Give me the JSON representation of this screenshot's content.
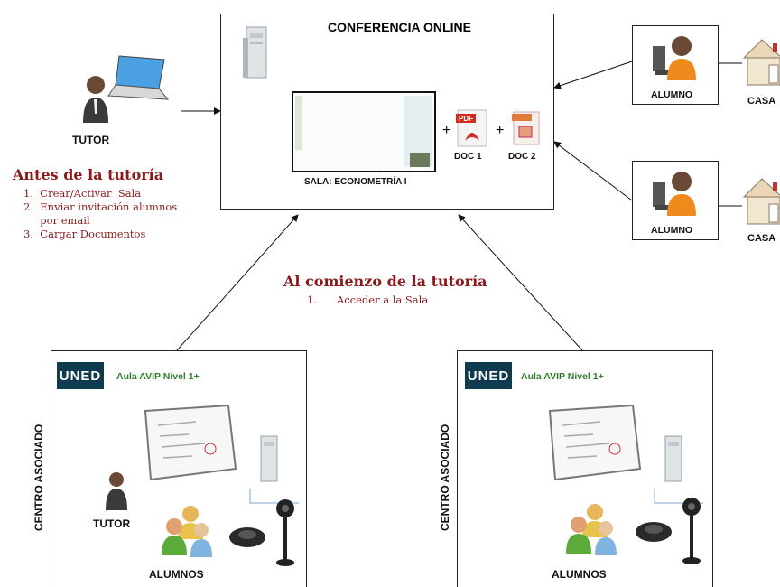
{
  "conference": {
    "title": "CONFERENCIA ONLINE",
    "room_label": "SALA: ECONOMETRÍA I",
    "doc1_label": "DOC 1",
    "doc2_label": "DOC 2",
    "plus": "+"
  },
  "tutor_remote": {
    "label": "TUTOR"
  },
  "remote_students": [
    {
      "alumno": "ALUMNO",
      "casa": "CASA"
    },
    {
      "alumno": "ALUMNO",
      "casa": "CASA"
    }
  ],
  "before_session": {
    "heading": "Antes de la tutoría",
    "steps": [
      "1.  Crear/Activar  Sala",
      "2.  Enviar invitación alumnos",
      "     por email",
      "3.  Cargar Documentos"
    ]
  },
  "session_start": {
    "heading": "Al comienzo de la tutoría",
    "steps": [
      "1.      Acceder a la Sala"
    ]
  },
  "centers": [
    {
      "side_label": "CENTRO ASOCIADO",
      "logo": "UNED",
      "aula": "Aula AVIP Nivel 1+",
      "tutor": "TUTOR",
      "alumnos": "ALUMNOS"
    },
    {
      "side_label": "CENTRO ASOCIADO",
      "logo": "UNED",
      "aula": "Aula AVIP Nivel 1+",
      "alumnos": "ALUMNOS"
    }
  ],
  "colors": {
    "heading_red": "#8b1a1a",
    "aula_green": "#2e7d2e",
    "uned_blue": "#0e3b4f"
  },
  "icons": [
    "server-icon",
    "laptop-icon",
    "person-icon",
    "house-icon",
    "pdf-icon",
    "ppt-icon",
    "whiteboard-icon",
    "microphone-icon",
    "camera-icon",
    "students-icon"
  ]
}
